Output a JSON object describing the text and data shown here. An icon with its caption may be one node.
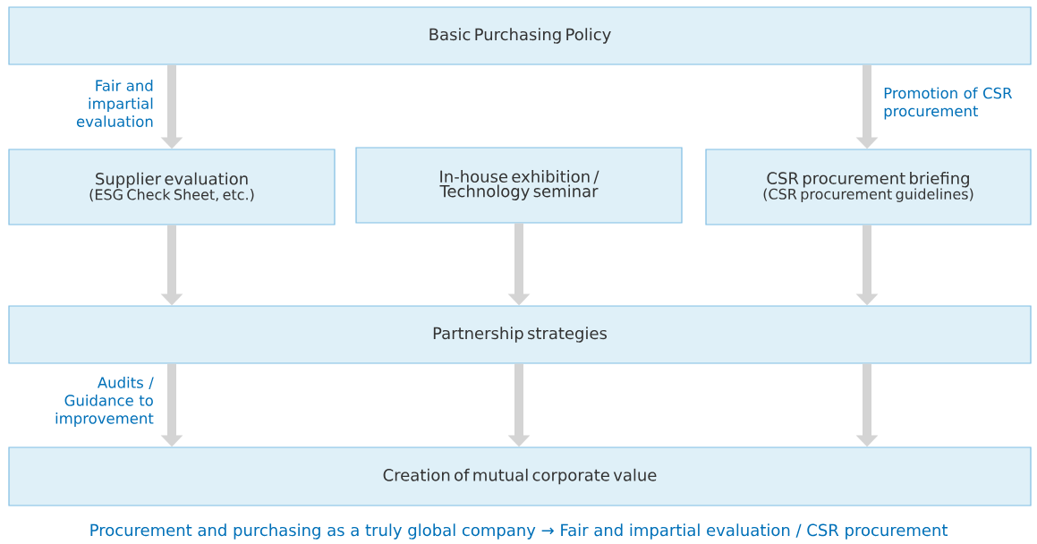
{
  "diagram": {
    "caption": "Procurement and purchasing as a truly global company → Fair and impartial evaluation / CSR procurement",
    "nodes": [
      {
        "text": [
          "Basic Purchasing Policy"
        ]
      },
      {
        "text": [
          "Supplier evaluation",
          "(ESG Check Sheet, etc.)"
        ]
      },
      {
        "text": [
          "In-house exhibition / Technology seminar"
        ]
      },
      {
        "text": [
          "CSR procurement briefing",
          "(CSR procurement guidelines)"
        ]
      },
      {
        "text": [
          "Partnership strategies"
        ]
      },
      {
        "text": [
          "Creation of mutual corporate value"
        ]
      }
    ],
    "edges": [
      {
        "from": 0,
        "to": 1,
        "arrow": "to",
        "label": "Fair and impartial evaluation"
      },
      {
        "from": 0,
        "to": 3,
        "arrow": "to",
        "label": "Promotion of CSR procurement"
      },
      {
        "from": 1,
        "to": 4,
        "arrow": "to"
      },
      {
        "from": 2,
        "to": 4,
        "arrow": "to"
      },
      {
        "from": 3,
        "to": 4,
        "arrow": "to"
      },
      {
        "from": 4,
        "to": 5,
        "arrow": "to",
        "label": "Audits / Guidance to improvement"
      },
      {
        "from": 4,
        "to": 5,
        "arrow": "to"
      },
      {
        "from": 4,
        "to": 5,
        "arrow": "to"
      }
    ]
  }
}
